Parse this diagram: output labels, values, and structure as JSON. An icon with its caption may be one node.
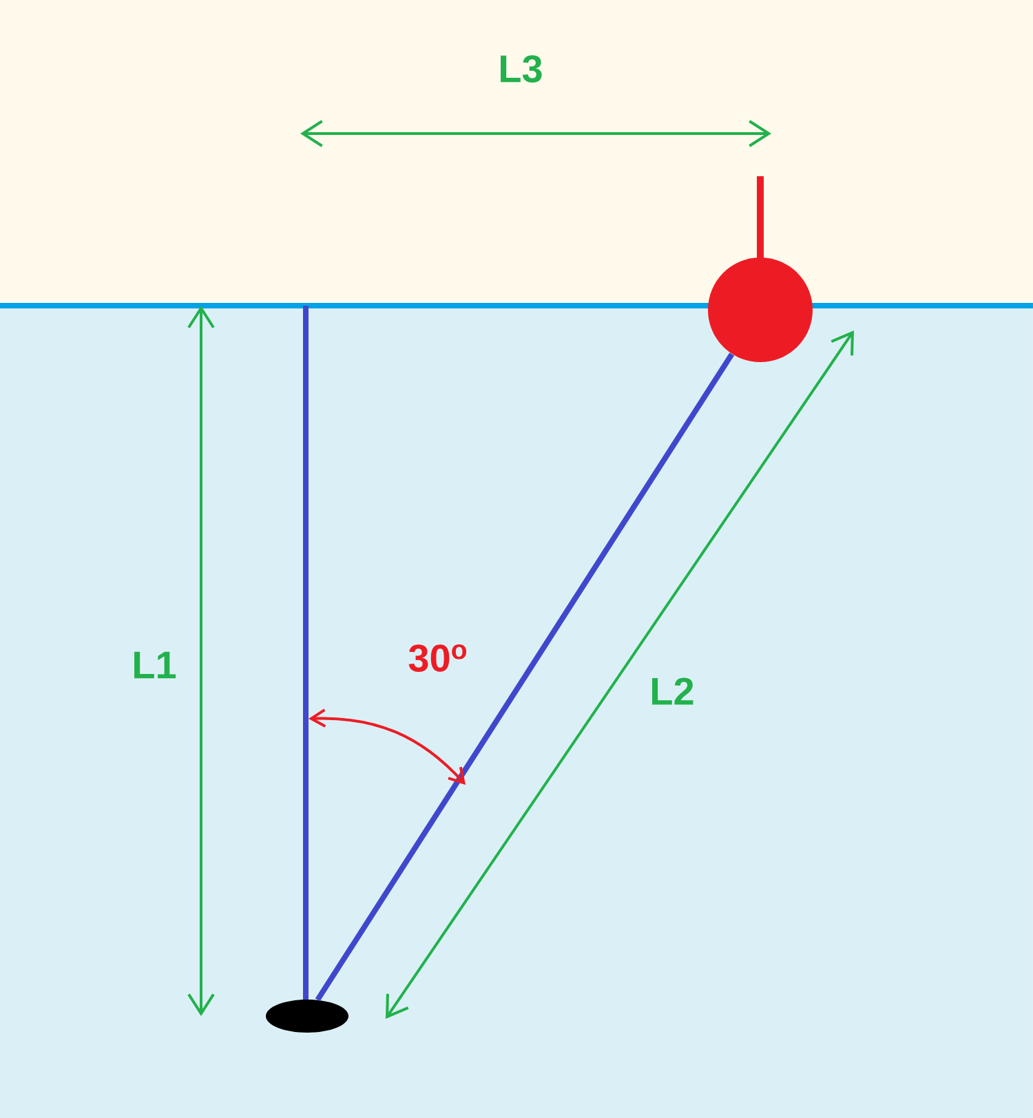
{
  "diagram": {
    "nodes": [
      {
        "text": [],
        "shape": "circle"
      },
      {
        "text": [],
        "shape": "ellipse"
      }
    ],
    "edges": [
      {
        "from": 0,
        "to": 1,
        "arrow": "none"
      }
    ],
    "labels": [
      "L3",
      "L1",
      "30$^{o}$",
      "L2"
    ]
  }
}
